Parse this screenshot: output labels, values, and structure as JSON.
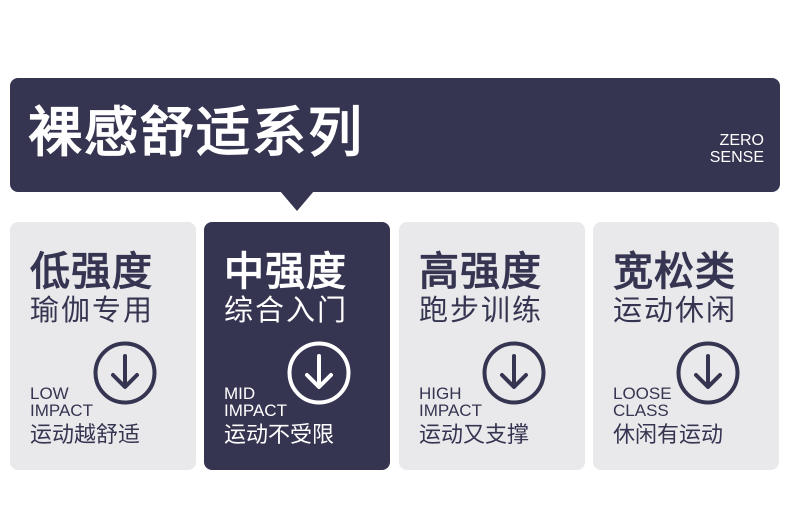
{
  "banner": {
    "title": "裸感舒适系列",
    "subtitle_line1": "ZERO",
    "subtitle_line2": "SENSE"
  },
  "colors": {
    "navy": "#353551",
    "card_light": "#e9e9ec",
    "white": "#ffffff"
  },
  "cards": [
    {
      "title": "低强度",
      "subtitle": "瑜伽专用",
      "english_line1": "LOW",
      "english_line2": "IMPACT",
      "description": "运动越舒适",
      "icon": "arrow-down-circle-icon",
      "selected": false
    },
    {
      "title": "中强度",
      "subtitle": "综合入门",
      "english_line1": "MID",
      "english_line2": "IMPACT",
      "description": "运动不受限",
      "icon": "arrow-down-circle-icon",
      "selected": true
    },
    {
      "title": "高强度",
      "subtitle": "跑步训练",
      "english_line1": "HIGH",
      "english_line2": "IMPACT",
      "description": "运动又支撑",
      "icon": "arrow-down-circle-icon",
      "selected": false
    },
    {
      "title": "宽松类",
      "subtitle": "运动休闲",
      "english_line1": "LOOSE",
      "english_line2": "CLASS",
      "description": "休闲有运动",
      "icon": "arrow-down-circle-icon",
      "selected": false
    }
  ]
}
